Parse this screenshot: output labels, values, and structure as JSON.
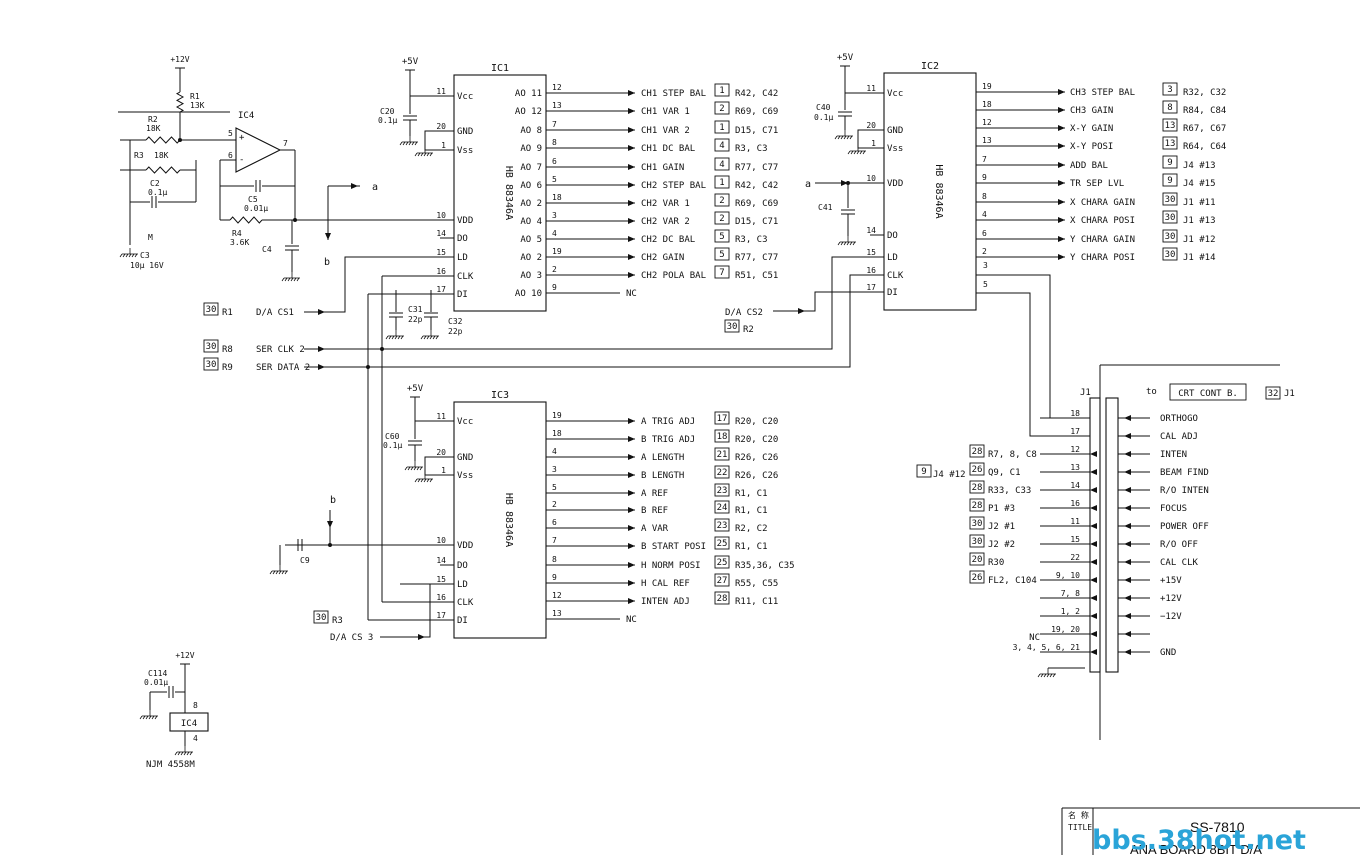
{
  "ic1": {
    "ref": "IC1",
    "part": "HB 88346A",
    "vcc_label": "+5V",
    "left_pins": [
      {
        "num": "11",
        "name": "Vcc"
      },
      {
        "num": "20",
        "name": "GND"
      },
      {
        "num": "1",
        "name": "Vss"
      },
      {
        "num": "10",
        "name": "VDD"
      },
      {
        "num": "14",
        "name": "DO"
      },
      {
        "num": "15",
        "name": "LD"
      },
      {
        "num": "16",
        "name": "CLK"
      },
      {
        "num": "17",
        "name": "DI"
      }
    ],
    "outputs": [
      {
        "name": "AO 11",
        "num": "12",
        "signal": "CH1 STEP BAL",
        "sheet": "1",
        "ref": "R42, C42"
      },
      {
        "name": "AO 12",
        "num": "13",
        "signal": "CH1 VAR 1",
        "sheet": "2",
        "ref": "R69, C69"
      },
      {
        "name": "AO 8",
        "num": "7",
        "signal": "CH1 VAR 2",
        "sheet": "1",
        "ref": "D15, C71"
      },
      {
        "name": "AO 9",
        "num": "8",
        "signal": "CH1 DC BAL",
        "sheet": "4",
        "ref": "R3, C3"
      },
      {
        "name": "AO 7",
        "num": "6",
        "signal": "CH1 GAIN",
        "sheet": "4",
        "ref": "R77, C77"
      },
      {
        "name": "AO 6",
        "num": "5",
        "signal": "CH2 STEP BAL",
        "sheet": "1",
        "ref": "R42, C42"
      },
      {
        "name": "AO 2",
        "num": "18",
        "signal": "CH2 VAR 1",
        "sheet": "2",
        "ref": "R69, C69"
      },
      {
        "name": "AO 4",
        "num": "3",
        "signal": "CH2 VAR 2",
        "sheet": "2",
        "ref": "D15, C71"
      },
      {
        "name": "AO 5",
        "num": "4",
        "signal": "CH2 DC BAL",
        "sheet": "5",
        "ref": "R3, C3"
      },
      {
        "name": "AO 2",
        "num": "19",
        "signal": "CH2 GAIN",
        "sheet": "5",
        "ref": "R77, C77"
      },
      {
        "name": "AO 3",
        "num": "2",
        "signal": "CH2 POLA BAL",
        "sheet": "7",
        "ref": "R51, C51"
      },
      {
        "name": "AO 10",
        "num": "9",
        "signal": "NC",
        "sheet": "",
        "ref": ""
      }
    ]
  },
  "ic2": {
    "ref": "IC2",
    "part": "HB 88346A",
    "vcc_label": "+5V",
    "left_pins": [
      {
        "num": "11",
        "name": "Vcc"
      },
      {
        "num": "20",
        "name": "GND"
      },
      {
        "num": "1",
        "name": "Vss"
      },
      {
        "num": "10",
        "name": "VDD"
      },
      {
        "num": "14",
        "name": "DO"
      },
      {
        "num": "15",
        "name": "LD"
      },
      {
        "num": "16",
        "name": "CLK"
      },
      {
        "num": "17",
        "name": "DI"
      }
    ],
    "outputs": [
      {
        "num": "19",
        "signal": "CH3 STEP BAL",
        "sheet": "3",
        "ref": "R32, C32"
      },
      {
        "num": "18",
        "signal": "CH3 GAIN",
        "sheet": "8",
        "ref": "R84, C84"
      },
      {
        "num": "12",
        "signal": "X-Y GAIN",
        "sheet": "13",
        "ref": "R67, C67"
      },
      {
        "num": "13",
        "signal": "X-Y POSI",
        "sheet": "13",
        "ref": "R64, C64"
      },
      {
        "num": "7",
        "signal": "ADD BAL",
        "sheet": "9",
        "ref": "J4 #13"
      },
      {
        "num": "9",
        "signal": "TR SEP LVL",
        "sheet": "9",
        "ref": "J4 #15"
      },
      {
        "num": "8",
        "signal": "X CHARA GAIN",
        "sheet": "30",
        "ref": "J1 #11"
      },
      {
        "num": "4",
        "signal": "X CHARA POSI",
        "sheet": "30",
        "ref": "J1 #13"
      },
      {
        "num": "6",
        "signal": "Y CHARA GAIN",
        "sheet": "30",
        "ref": "J1 #12"
      },
      {
        "num": "2",
        "signal": "Y CHARA POSI",
        "sheet": "30",
        "ref": "J1 #14"
      }
    ],
    "extra_pins": [
      "3",
      "5"
    ]
  },
  "ic3": {
    "ref": "IC3",
    "part": "HB 88346A",
    "vcc_label": "+5V",
    "left_pins": [
      {
        "num": "11",
        "name": "Vcc"
      },
      {
        "num": "20",
        "name": "GND"
      },
      {
        "num": "1",
        "name": "Vss"
      },
      {
        "num": "10",
        "name": "VDD"
      },
      {
        "num": "14",
        "name": "DO"
      },
      {
        "num": "15",
        "name": "LD"
      },
      {
        "num": "16",
        "name": "CLK"
      },
      {
        "num": "17",
        "name": "DI"
      }
    ],
    "outputs": [
      {
        "num": "19",
        "signal": "A TRIG ADJ",
        "sheet": "17",
        "ref": "R20, C20"
      },
      {
        "num": "18",
        "signal": "B TRIG ADJ",
        "sheet": "18",
        "ref": "R20, C20"
      },
      {
        "num": "4",
        "signal": "A LENGTH",
        "sheet": "21",
        "ref": "R26, C26"
      },
      {
        "num": "3",
        "signal": "B LENGTH",
        "sheet": "22",
        "ref": "R26, C26"
      },
      {
        "num": "5",
        "signal": "A REF",
        "sheet": "23",
        "ref": "R1, C1"
      },
      {
        "num": "2",
        "signal": "B REF",
        "sheet": "24",
        "ref": "R1, C1"
      },
      {
        "num": "6",
        "signal": "A VAR",
        "sheet": "23",
        "ref": "R2, C2"
      },
      {
        "num": "7",
        "signal": "B START POSI",
        "sheet": "25",
        "ref": "R1, C1"
      },
      {
        "num": "8",
        "signal": "H NORM POSI",
        "sheet": "25",
        "ref": "R35,36, C35"
      },
      {
        "num": "9",
        "signal": "H CAL REF",
        "sheet": "27",
        "ref": "R55, C55"
      },
      {
        "num": "12",
        "signal": "INTEN ADJ",
        "sheet": "28",
        "ref": "R11, C11"
      },
      {
        "num": "13",
        "signal": "NC",
        "sheet": "",
        "ref": ""
      }
    ]
  },
  "opamp": {
    "ref": "IC4",
    "supply": "+12V",
    "parts": [
      "R1",
      "13K",
      "R2",
      "18K",
      "R3",
      "18K",
      "C2",
      "0.1μ",
      "C3",
      "10μ 16V",
      "C5",
      "0.01μ",
      "R4",
      "3.6K",
      "C4"
    ],
    "pins": [
      "5",
      "6",
      "7"
    ]
  },
  "caps": {
    "c20": [
      "C20",
      "0.1μ"
    ],
    "c40": [
      "C40",
      "0.1μ"
    ],
    "c41": "C41",
    "c60": [
      "C60",
      "0.1μ"
    ],
    "c31": [
      "C31",
      "22p"
    ],
    "c32": [
      "C32",
      "22p"
    ],
    "c9": "C9"
  },
  "nodes": {
    "a": "a",
    "b": "b"
  },
  "inputs": [
    {
      "sheet": "30",
      "ref": "R1",
      "signal": "D/A CS1"
    },
    {
      "sheet": "30",
      "ref": "R8",
      "signal": "SER CLK 2"
    },
    {
      "sheet": "30",
      "ref": "R9",
      "signal": "SER DATA 2"
    },
    {
      "sheet": "30",
      "ref": "R2",
      "signal": "D/A CS2"
    },
    {
      "sheet": "30",
      "ref": "R3",
      "signal": "D/A CS 3"
    }
  ],
  "connector": {
    "ref": "J1",
    "to_label": "to",
    "dest": "CRT CONT B.",
    "dest_sheet": "32",
    "dest_ref": "J1",
    "pins": [
      {
        "num": "18",
        "signal": "ORTHOGO",
        "sheet": "",
        "ref": ""
      },
      {
        "num": "17",
        "signal": "CAL ADJ",
        "sheet": "",
        "ref": ""
      },
      {
        "num": "12",
        "signal": "INTEN",
        "sheet": "28",
        "ref": "R7, 8, C8"
      },
      {
        "num": "13",
        "signal": "BEAM FIND",
        "sheet": "26",
        "ref": "Q9, C1"
      },
      {
        "num": "14",
        "signal": "R/O INTEN",
        "sheet": "28",
        "ref": "R33, C33"
      },
      {
        "num": "16",
        "signal": "FOCUS",
        "sheet": "28",
        "ref": "P1 #3"
      },
      {
        "num": "11",
        "signal": "POWER OFF",
        "sheet": "30",
        "ref": "J2 #1"
      },
      {
        "num": "15",
        "signal": "R/O OFF",
        "sheet": "30",
        "ref": "J2 #2"
      },
      {
        "num": "22",
        "signal": "CAL CLK",
        "sheet": "20",
        "ref": "R30"
      },
      {
        "num": "9, 10",
        "signal": "+15V",
        "sheet": "26",
        "ref": "FL2, C104"
      },
      {
        "num": "7, 8",
        "signal": "+12V",
        "sheet": "",
        "ref": ""
      },
      {
        "num": "1, 2",
        "signal": "−12V",
        "sheet": "",
        "ref": ""
      },
      {
        "num": "19, 20",
        "signal": "",
        "sheet": "",
        "ref": ""
      },
      {
        "num": "3, 4, 5, 6, 21",
        "signal": "GND",
        "sheet": "",
        "ref": ""
      }
    ],
    "nc_label": "NC",
    "side_ref": {
      "sheet": "9",
      "ref": "J4 #12"
    }
  },
  "power_ic4": {
    "supply": "+12V",
    "cap": "C114",
    "cap_val": "0.01μ",
    "ic": "IC4",
    "pin_top": "8",
    "pin_bottom": "4",
    "part": "NJM 4558M"
  },
  "titleblock": {
    "title_label": "TITLE",
    "kanji": "名 称",
    "model": "SS-7810",
    "subtitle": "ANA BOARD 8BIT D/A"
  },
  "watermark": "bbs.38hot.net"
}
